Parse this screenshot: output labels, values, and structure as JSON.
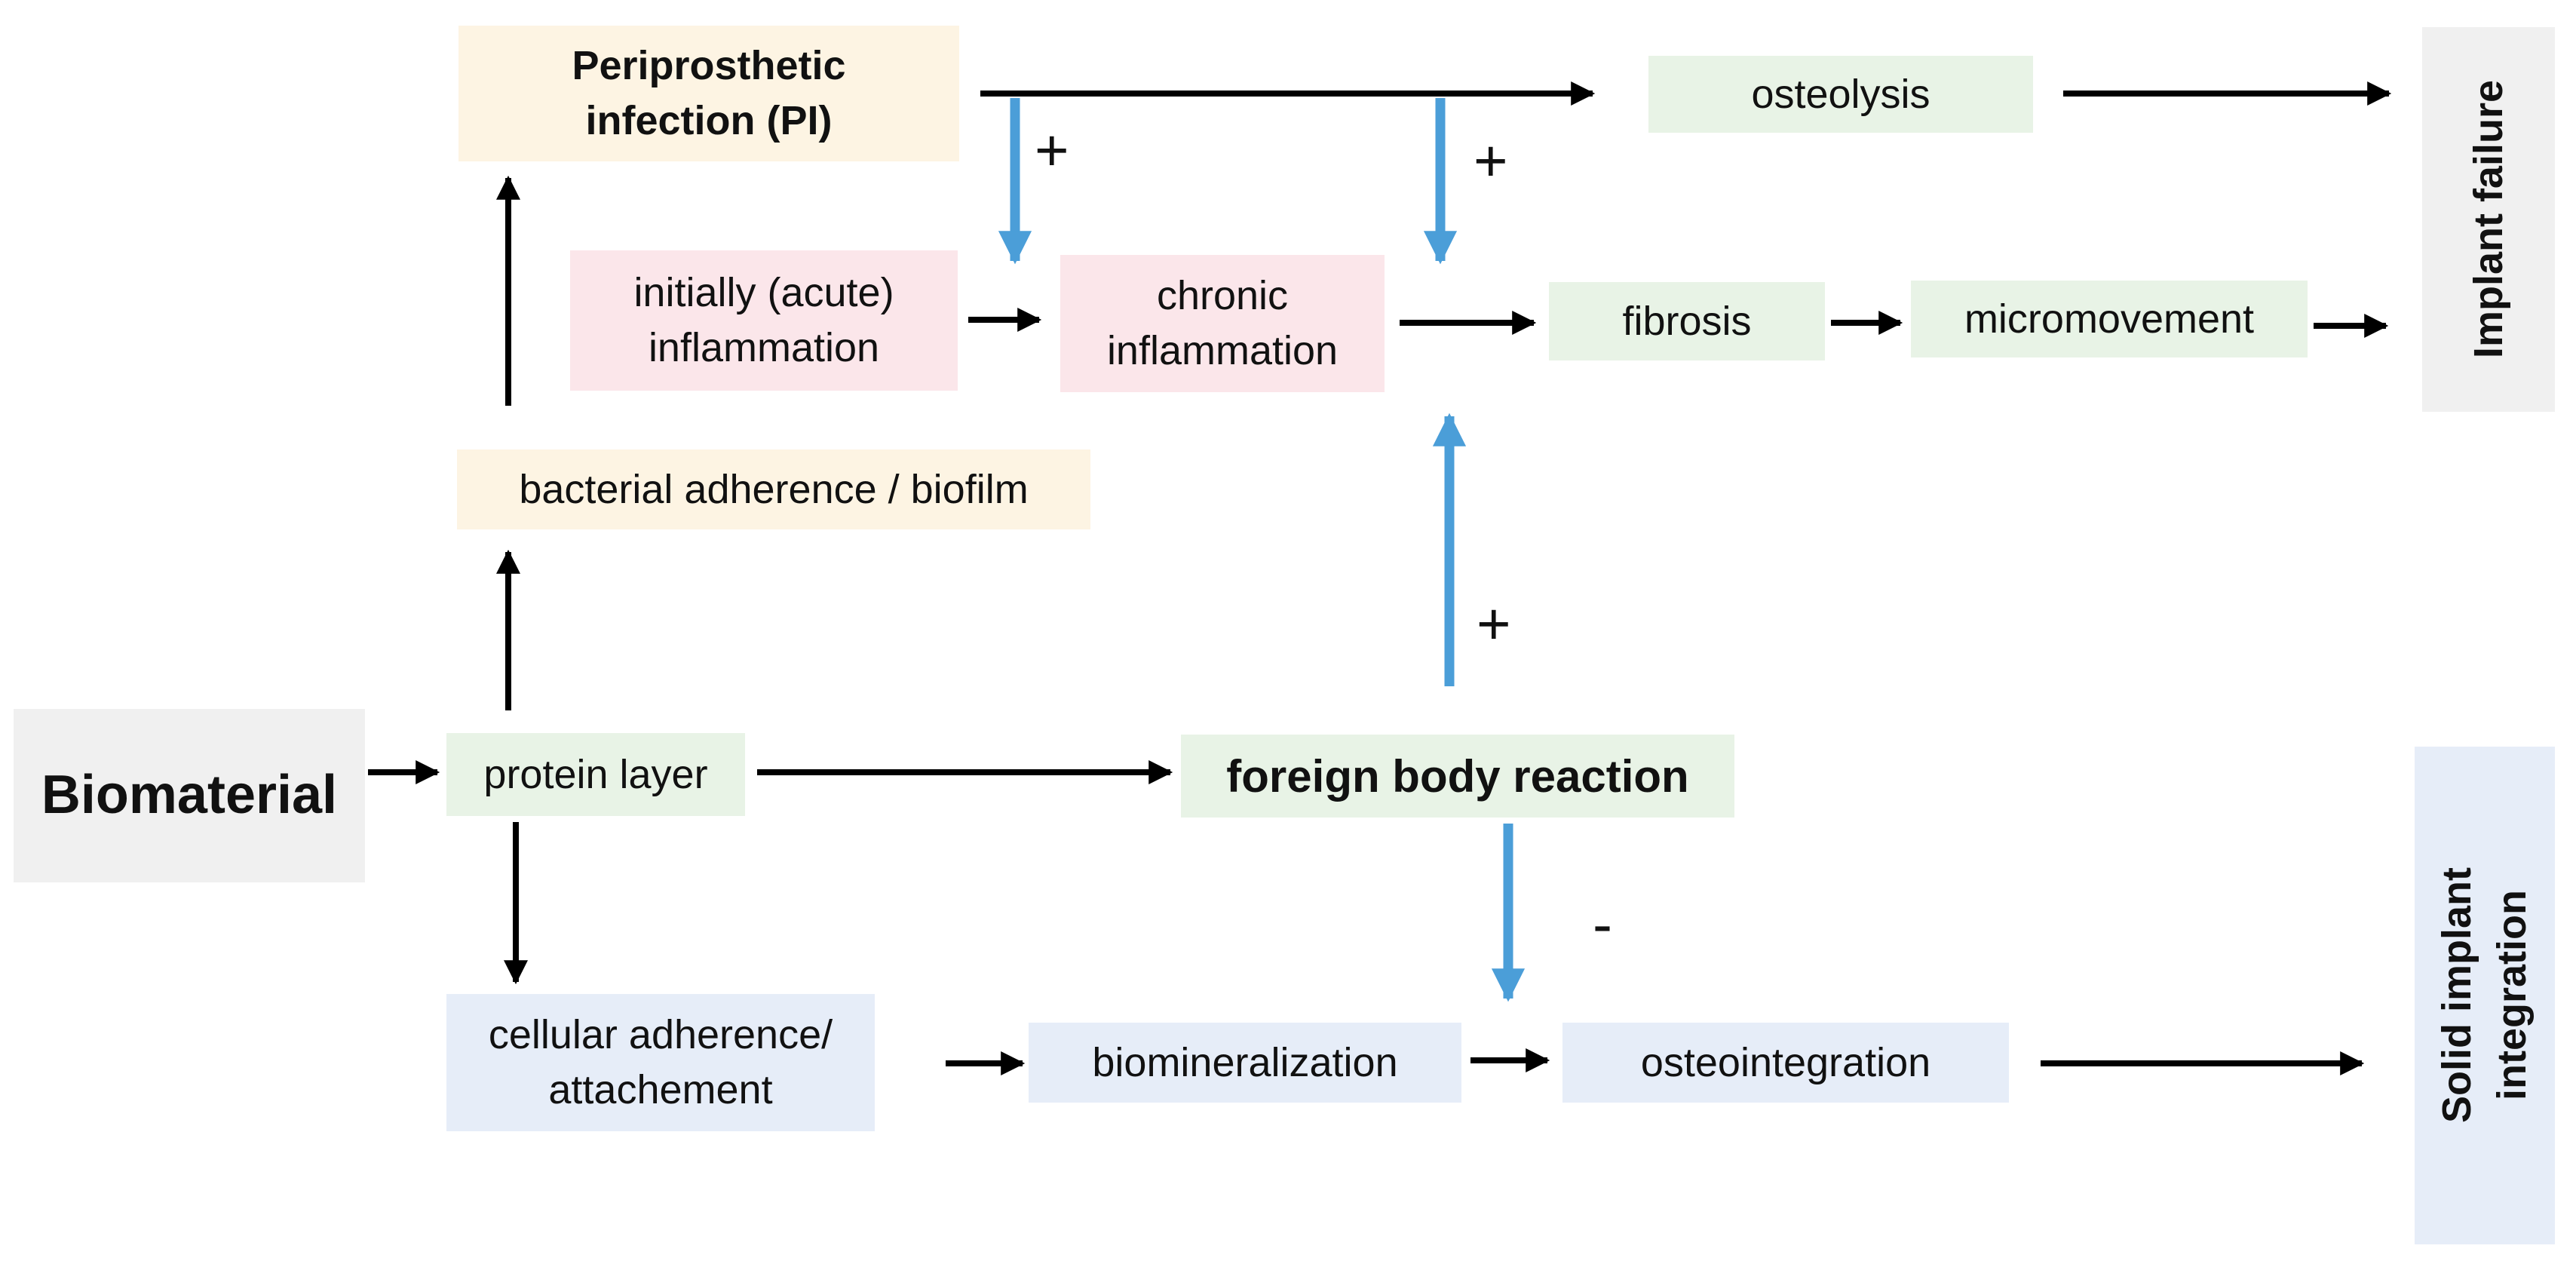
{
  "diagram": {
    "colors": {
      "yellow": "#fdf4e3",
      "red": "#fbe6ea",
      "green": "#e8f3e6",
      "blue": "#e6edf8",
      "gray": "#f0f0f0",
      "arrow_black": "#000000",
      "arrow_blue": "#4b9ed8"
    },
    "nodes": {
      "biomaterial": "Biomaterial",
      "protein_layer": "protein layer",
      "bacterial_adherence": "bacterial adherence / biofilm",
      "periprosthetic_line1": "Periprosthetic",
      "periprosthetic_line2": "infection (PI)",
      "initial_inflammation_line1": "initially (acute)",
      "initial_inflammation_line2": "inflammation",
      "chronic_inflammation_line1": "chronic",
      "chronic_inflammation_line2": "inflammation",
      "osteolysis": "osteolysis",
      "fibrosis": "fibrosis",
      "micromovement": "micromovement",
      "implant_failure": "Implant failure",
      "foreign_body_reaction": "foreign body reaction",
      "cellular_adherence_line1": "cellular adherence/",
      "cellular_adherence_line2": "attachement",
      "biomineralization": "biomineralization",
      "osteointegration": "osteointegration",
      "solid_integration_line1": "Solid implant",
      "solid_integration_line2": "integration"
    },
    "signs": {
      "plus_pi_chronic": "+",
      "plus_pi_chronic_2": "+",
      "plus_fbr_chronic": "+",
      "minus_fbr_osteo": "-"
    }
  }
}
